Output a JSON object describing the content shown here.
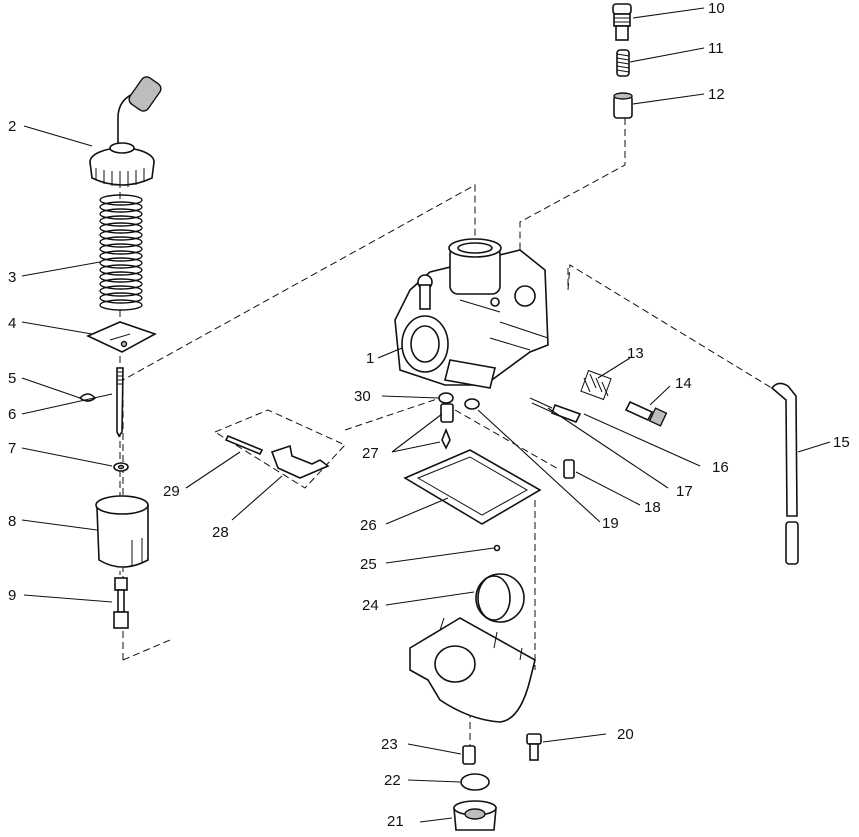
{
  "diagram": {
    "callouts": [
      {
        "id": "1",
        "label": "1"
      },
      {
        "id": "2",
        "label": "2"
      },
      {
        "id": "3",
        "label": "3"
      },
      {
        "id": "4",
        "label": "4"
      },
      {
        "id": "5",
        "label": "5"
      },
      {
        "id": "6",
        "label": "6"
      },
      {
        "id": "7",
        "label": "7"
      },
      {
        "id": "8",
        "label": "8"
      },
      {
        "id": "9",
        "label": "9"
      },
      {
        "id": "10",
        "label": "10"
      },
      {
        "id": "11",
        "label": "11"
      },
      {
        "id": "12",
        "label": "12"
      },
      {
        "id": "13",
        "label": "13"
      },
      {
        "id": "14",
        "label": "14"
      },
      {
        "id": "15",
        "label": "15"
      },
      {
        "id": "16",
        "label": "16"
      },
      {
        "id": "17",
        "label": "17"
      },
      {
        "id": "18",
        "label": "18"
      },
      {
        "id": "19",
        "label": "19"
      },
      {
        "id": "20",
        "label": "20"
      },
      {
        "id": "21",
        "label": "21"
      },
      {
        "id": "22",
        "label": "22"
      },
      {
        "id": "23",
        "label": "23"
      },
      {
        "id": "24",
        "label": "24"
      },
      {
        "id": "25",
        "label": "25"
      },
      {
        "id": "26",
        "label": "26"
      },
      {
        "id": "27",
        "label": "27"
      },
      {
        "id": "28",
        "label": "28"
      },
      {
        "id": "29",
        "label": "29"
      },
      {
        "id": "30",
        "label": "30"
      }
    ]
  }
}
